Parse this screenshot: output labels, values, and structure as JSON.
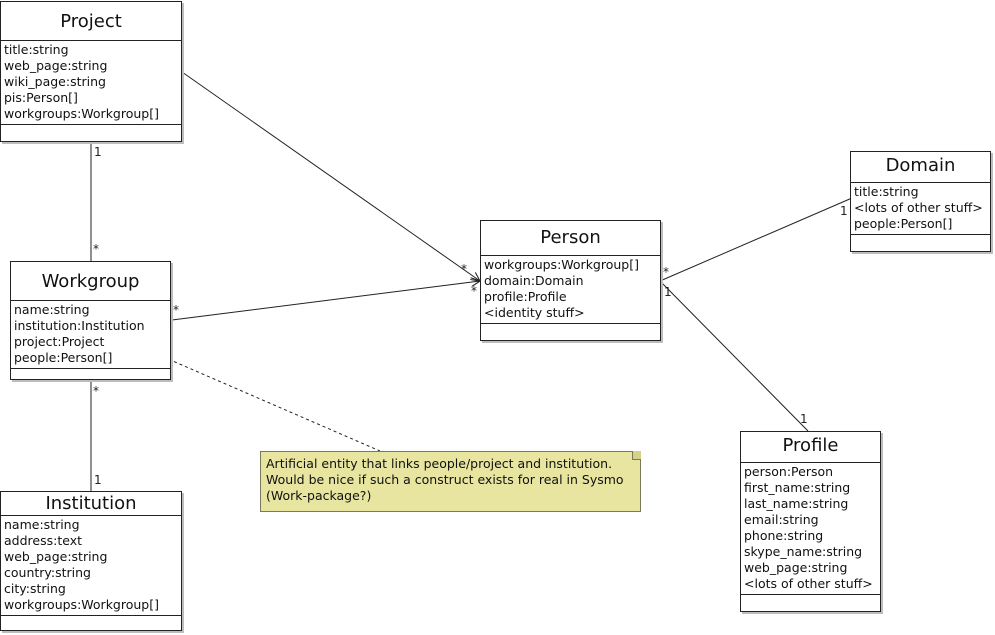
{
  "classes": {
    "project": {
      "name": "Project",
      "attributes": [
        "title:string",
        "web_page:string",
        "wiki_page:string",
        "pis:Person[]",
        "workgroups:Workgroup[]"
      ]
    },
    "workgroup": {
      "name": "Workgroup",
      "attributes": [
        "name:string",
        "institution:Institution",
        "project:Project",
        "people:Person[]"
      ]
    },
    "institution": {
      "name": "Institution",
      "attributes": [
        "name:string",
        "address:text",
        "web_page:string",
        "country:string",
        "city:string",
        "workgroups:Workgroup[]"
      ]
    },
    "person": {
      "name": "Person",
      "attributes": [
        "workgroups:Workgroup[]",
        "domain:Domain",
        "profile:Profile",
        "<identity stuff>"
      ]
    },
    "domain": {
      "name": "Domain",
      "attributes": [
        "title:string",
        "<lots of other stuff>",
        "people:Person[]"
      ]
    },
    "profile": {
      "name": "Profile",
      "attributes": [
        "person:Person",
        "first_name:string",
        "last_name:string",
        "email:string",
        "phone:string",
        "skype_name:string",
        "web_page:string",
        "<lots of other stuff>"
      ]
    }
  },
  "note": {
    "text": "Artificial entity that links people/project and institution. Would be nice if such a construct exists for real in Sysmo (Work-package?)"
  },
  "multiplicities": {
    "project_workgroup_project_end": "1",
    "project_workgroup_workgroup_end": "*",
    "workgroup_institution_workgroup_end": "*",
    "workgroup_institution_institution_end": "1",
    "workgroup_person_workgroup_end": "*",
    "workgroup_person_person_end": "*",
    "project_person_person_end": "*",
    "person_domain_person_end": "*",
    "person_domain_domain_end": "1",
    "person_profile_person_end": "1",
    "person_profile_profile_end": "1"
  },
  "colors": {
    "note_fill": "#e8e5a0",
    "line": "#222222"
  }
}
